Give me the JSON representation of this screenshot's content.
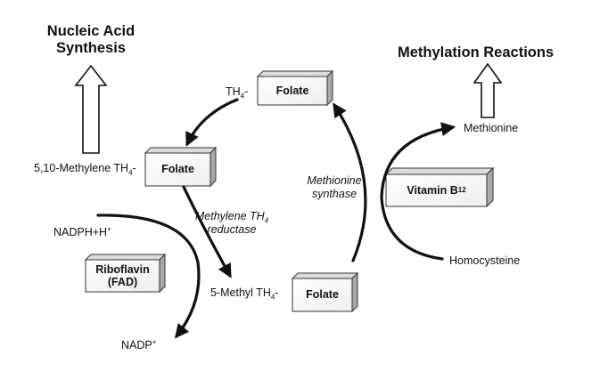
{
  "headings": {
    "nucleic_acid": "Nucleic Acid Synthesis",
    "methylation": "Methylation Reactions"
  },
  "boxes": {
    "folate_top": "Folate",
    "folate_left": "Folate",
    "folate_bottom": "Folate",
    "vitamin_b12": "Vitamin B",
    "vitamin_b12_sub": "12",
    "riboflavin_line1": "Riboflavin",
    "riboflavin_line2": "(FAD)"
  },
  "labels": {
    "th4_top": "TH",
    "th4_top_sub": "4",
    "th4_top_suffix": "-",
    "methylene_th4": "5,10-Methylene TH",
    "methylene_th4_sub": "4",
    "methylene_th4_suffix": "-",
    "methyl_th4": "5-Methyl TH",
    "methyl_th4_sub": "4",
    "methyl_th4_suffix": "-",
    "nadph": "NADPH+H",
    "nadph_sup": "+",
    "nadp": "NADP",
    "nadp_sup": "+",
    "methionine": "Methionine",
    "homocysteine": "Homocysteine"
  },
  "enzymes": {
    "methylene_reductase_line1": "Methylene TH",
    "methylene_reductase_sub": "4",
    "methylene_reductase_line2": "reductase",
    "methionine_synthase_line1": "Methionine",
    "methionine_synthase_line2": "synthase"
  }
}
